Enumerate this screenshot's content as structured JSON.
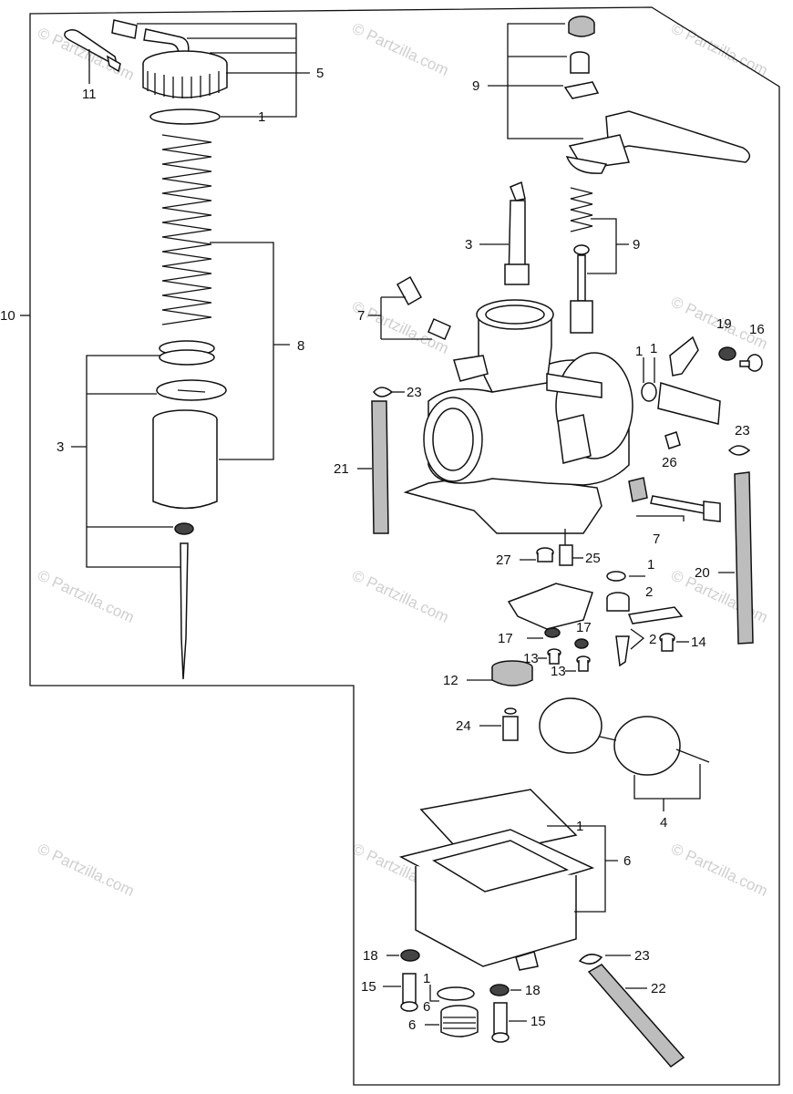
{
  "watermark": "© Partzilla.com",
  "labels": {
    "l_11": "11",
    "l_5": "5",
    "l_1_top": "1",
    "l_9_top": "9",
    "l_3_guide": "3",
    "l_9_jet": "9",
    "l_7_screw": "7",
    "l_10": "10",
    "l_8": "8",
    "l_3_slide": "3",
    "l_1_a": "1",
    "l_1_b": "1",
    "l_19": "19",
    "l_16": "16",
    "l_23_left": "23",
    "l_23_right": "23",
    "l_26": "26",
    "l_21": "21",
    "l_7_bolt": "7",
    "l_27": "27",
    "l_25": "25",
    "l_1_mid": "1",
    "l_2_mid": "2",
    "l_20": "20",
    "l_17_left": "17",
    "l_17_right": "17",
    "l_2_needle": "2",
    "l_14": "14",
    "l_13_a": "13",
    "l_13_b": "13",
    "l_12": "12",
    "l_24": "24",
    "l_4": "4",
    "l_1_bowl": "1",
    "l_6_bowl": "6",
    "l_18_a": "18",
    "l_23_bottom": "23",
    "l_15_a": "15",
    "l_1_low": "1",
    "l_18_b": "18",
    "l_22": "22",
    "l_6_low": "6",
    "l_15_b": "15"
  }
}
